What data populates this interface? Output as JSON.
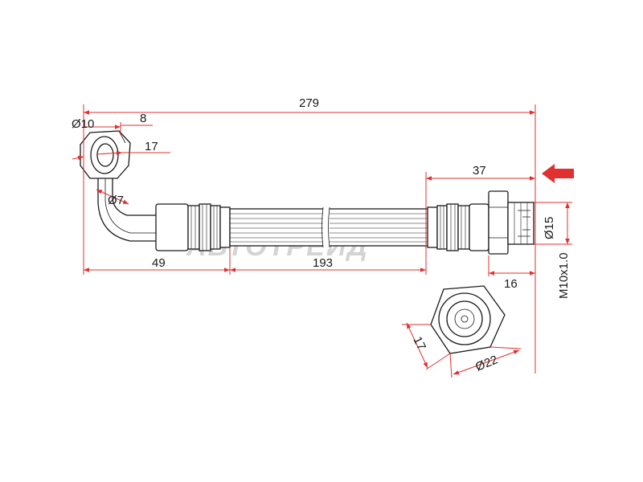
{
  "watermark": "АВТОТРЕЙД",
  "dimensions": {
    "overall_length": "279",
    "eye_hole_diameter": "Ø10",
    "eye_thickness": "8",
    "eye_hex": "17",
    "bend_diameter": "Ø7",
    "fitting_length": "49",
    "hose_length": "193",
    "end_fitting_length": "37",
    "end_diameter": "Ø15",
    "thread_length": "16",
    "thread": "M10x1.0",
    "nut_hex": "17",
    "nut_diameter": "Ø22"
  },
  "colors": {
    "dimension_lines": "#e03030",
    "outline": "#1a1a1a",
    "watermark": "#d4d4d4"
  }
}
